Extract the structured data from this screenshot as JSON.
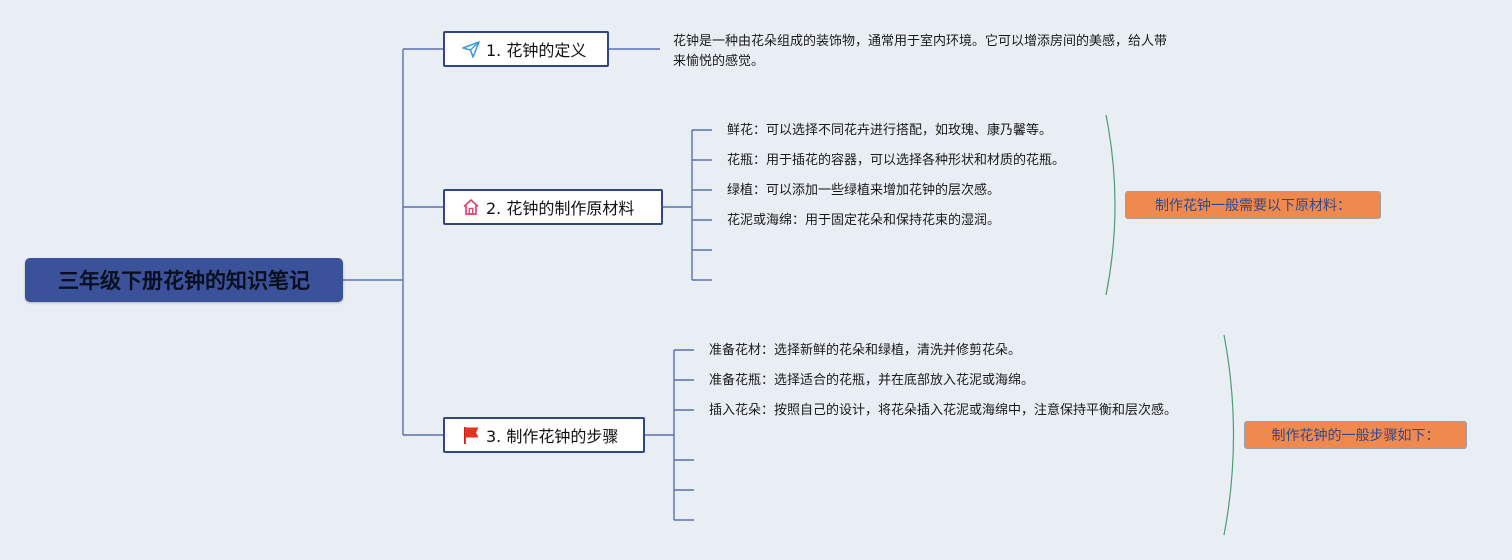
{
  "root": {
    "title": "三年级下册花钟的知识笔记"
  },
  "topics": [
    {
      "label": "1. 花钟的定义",
      "icon": "paper-plane-icon",
      "note": "花钟是一种由花朵组成的装饰物，通常用于室内环境。它可以增添房间的美感，给人带来愉悦的感觉。"
    },
    {
      "label": "2. 花钟的制作原材料",
      "icon": "house-icon",
      "items": [
        "鲜花：可以选择不同花卉进行搭配，如玫瑰、康乃馨等。",
        "花瓶：用于插花的容器，可以选择各种形状和材质的花瓶。",
        "绿植：可以添加一些绿植来增加花钟的层次感。",
        "花泥或海绵：用于固定花朵和保持花束的湿润。",
        "",
        ""
      ],
      "summary": "制作花钟一般需要以下原材料："
    },
    {
      "label": "3. 制作花钟的步骤",
      "icon": "red-flag-icon",
      "items": [
        "准备花材：选择新鲜的花朵和绿植，清洗并修剪花朵。",
        "准备花瓶：选择适合的花瓶，并在底部放入花泥或海绵。",
        "插入花朵：按照自己的设计，将花朵插入花泥或海绵中，注意保持平衡和层次感。",
        "",
        "",
        ""
      ],
      "summary": "制作花钟的一般步骤如下："
    }
  ],
  "colors": {
    "background": "#e8eef3",
    "root_fill": "#3b519a",
    "topic_border": "#2f4787",
    "connector": "#5a6fb0",
    "summary_fill": "#f0894e",
    "summary_text": "#334a8a",
    "brace": "#4f9b78"
  }
}
